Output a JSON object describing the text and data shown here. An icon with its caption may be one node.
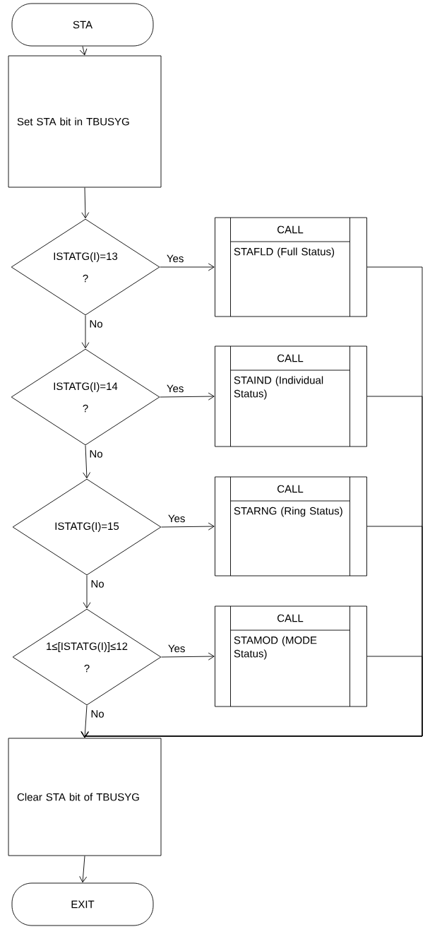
{
  "diagram": {
    "nodes": [
      {
        "text": [
          "STA"
        ]
      },
      {
        "text": [
          "Set STA bit in TBUSYG"
        ]
      },
      {
        "text": [
          "ISTATG(I)=13",
          "?"
        ]
      },
      {
        "text": [
          "CALL",
          "STAFLD (Full Status)"
        ]
      },
      {
        "text": [
          "ISTATG(I)=14",
          "?"
        ]
      },
      {
        "text": [
          "CALL",
          "STAIND (Individual Status)"
        ]
      },
      {
        "text": [
          "ISTATG(I)=15"
        ]
      },
      {
        "text": [
          "CALL",
          "STARNG (Ring Status)"
        ]
      },
      {
        "text": [
          "1≤[ISTATG(I)]≤12",
          "?"
        ]
      },
      {
        "text": [
          "CALL",
          "STAMOD (MODE Status)"
        ]
      },
      {
        "text": [
          "Clear STA bit of TBUSYG"
        ]
      },
      {
        "text": [
          "EXIT"
        ]
      }
    ],
    "edges": [
      {
        "from": 0,
        "to": 1,
        "arrow": "to"
      },
      {
        "from": 1,
        "to": 2,
        "arrow": "to"
      },
      {
        "from": 2,
        "to": 3,
        "arrow": "to",
        "label": "Yes"
      },
      {
        "from": 2,
        "to": 4,
        "arrow": "to",
        "label": "No"
      },
      {
        "from": 4,
        "to": 5,
        "arrow": "to",
        "label": "Yes"
      },
      {
        "from": 4,
        "to": 6,
        "arrow": "to",
        "label": "No"
      },
      {
        "from": 6,
        "to": 7,
        "arrow": "to",
        "label": "Yes"
      },
      {
        "from": 6,
        "to": 8,
        "arrow": "to",
        "label": "No"
      },
      {
        "from": 8,
        "to": 9,
        "arrow": "to",
        "label": "Yes"
      },
      {
        "from": 8,
        "to": 10,
        "arrow": "to",
        "label": "No"
      },
      {
        "from": 3,
        "to": 10,
        "arrow": "to"
      },
      {
        "from": 5,
        "to": 10,
        "arrow": "to"
      },
      {
        "from": 7,
        "to": 10,
        "arrow": "to"
      },
      {
        "from": 9,
        "to": 10,
        "arrow": "to"
      },
      {
        "from": 10,
        "to": 11,
        "arrow": "to"
      }
    ]
  }
}
